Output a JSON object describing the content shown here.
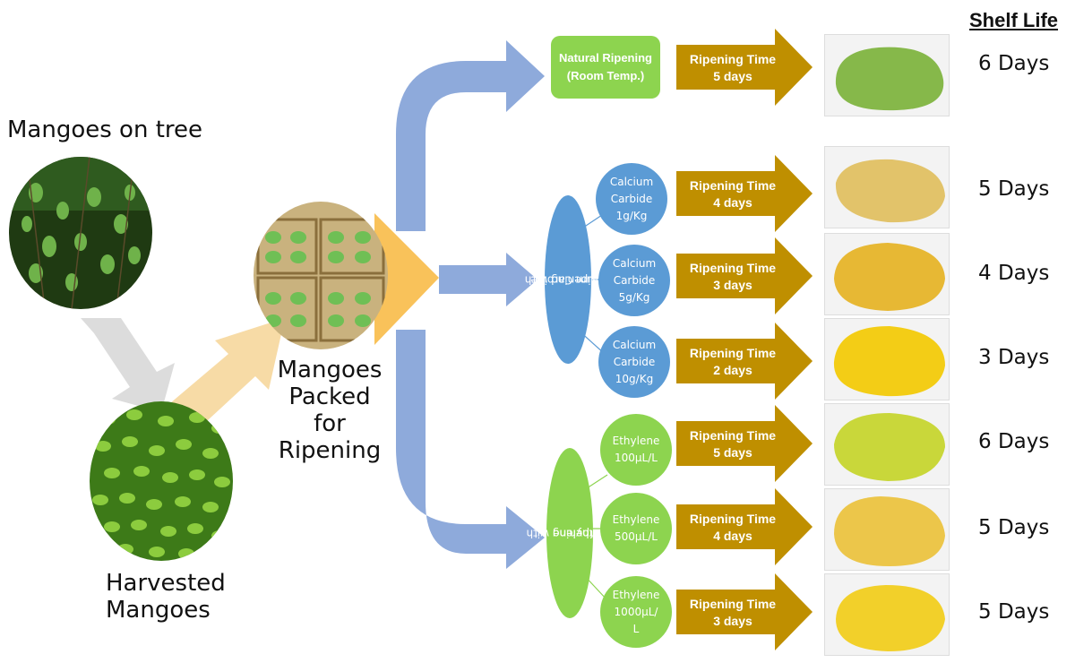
{
  "labels": {
    "tree": "Mangoes on tree",
    "harvested": [
      "Harvested",
      "Mangoes"
    ],
    "packed": [
      "Mangoes",
      "Packed for",
      "Ripening"
    ],
    "shelf_life_title": "Shelf Life"
  },
  "natural": {
    "line1": "Natural Ripening",
    "line2": "(Room Temp.)"
  },
  "groups": {
    "carbide": {
      "line1": "Ripening with",
      "line2": "Calcium Carbide"
    },
    "ethylene": {
      "line1": "Ripening with",
      "line2": "Ethylene"
    }
  },
  "doses": [
    {
      "lines": [
        "Calcium",
        "Carbide",
        "1g/Kg"
      ]
    },
    {
      "lines": [
        "Calcium",
        "Carbide",
        "5g/Kg"
      ]
    },
    {
      "lines": [
        "Calcium",
        "Carbide",
        "10g/Kg"
      ]
    },
    {
      "lines": [
        "Ethylene",
        "100µL/L"
      ]
    },
    {
      "lines": [
        "Ethylene",
        "500µL/L"
      ]
    },
    {
      "lines": [
        "Ethylene",
        "1000µL/",
        "L"
      ]
    }
  ],
  "rows": [
    {
      "rt_label": "Ripening Time",
      "rt_value": "5 days",
      "shelf": "6 Days",
      "mango_color": "#86b84a"
    },
    {
      "rt_label": "Ripening Time",
      "rt_value": "4 days",
      "shelf": "5 Days",
      "mango_color": "#e2c36a"
    },
    {
      "rt_label": "Ripening Time",
      "rt_value": "3 days",
      "shelf": "4 Days",
      "mango_color": "#e7b834"
    },
    {
      "rt_label": "Ripening Time",
      "rt_value": "2 days",
      "shelf": "3 Days",
      "mango_color": "#f3cd16"
    },
    {
      "rt_label": "Ripening Time",
      "rt_value": "5 days",
      "shelf": "6 Days",
      "mango_color": "#c9d73a"
    },
    {
      "rt_label": "Ripening Time",
      "rt_value": "4 days",
      "shelf": "5 Days",
      "mango_color": "#ecc64a"
    },
    {
      "rt_label": "Ripening Time",
      "rt_value": "3 days",
      "shelf": "5 Days",
      "mango_color": "#f2d02a"
    }
  ],
  "colors": {
    "flow_blue": "#8eaadb",
    "carbide_blue": "#5b9bd5",
    "natural_green": "#8dd44f",
    "arrow_gold": "#bf8f00",
    "tree_to_harvest_gray": "#d9d9d9",
    "harvest_to_pack_tan": "#f5d9a0",
    "pack_orange": "#f9c25a"
  }
}
